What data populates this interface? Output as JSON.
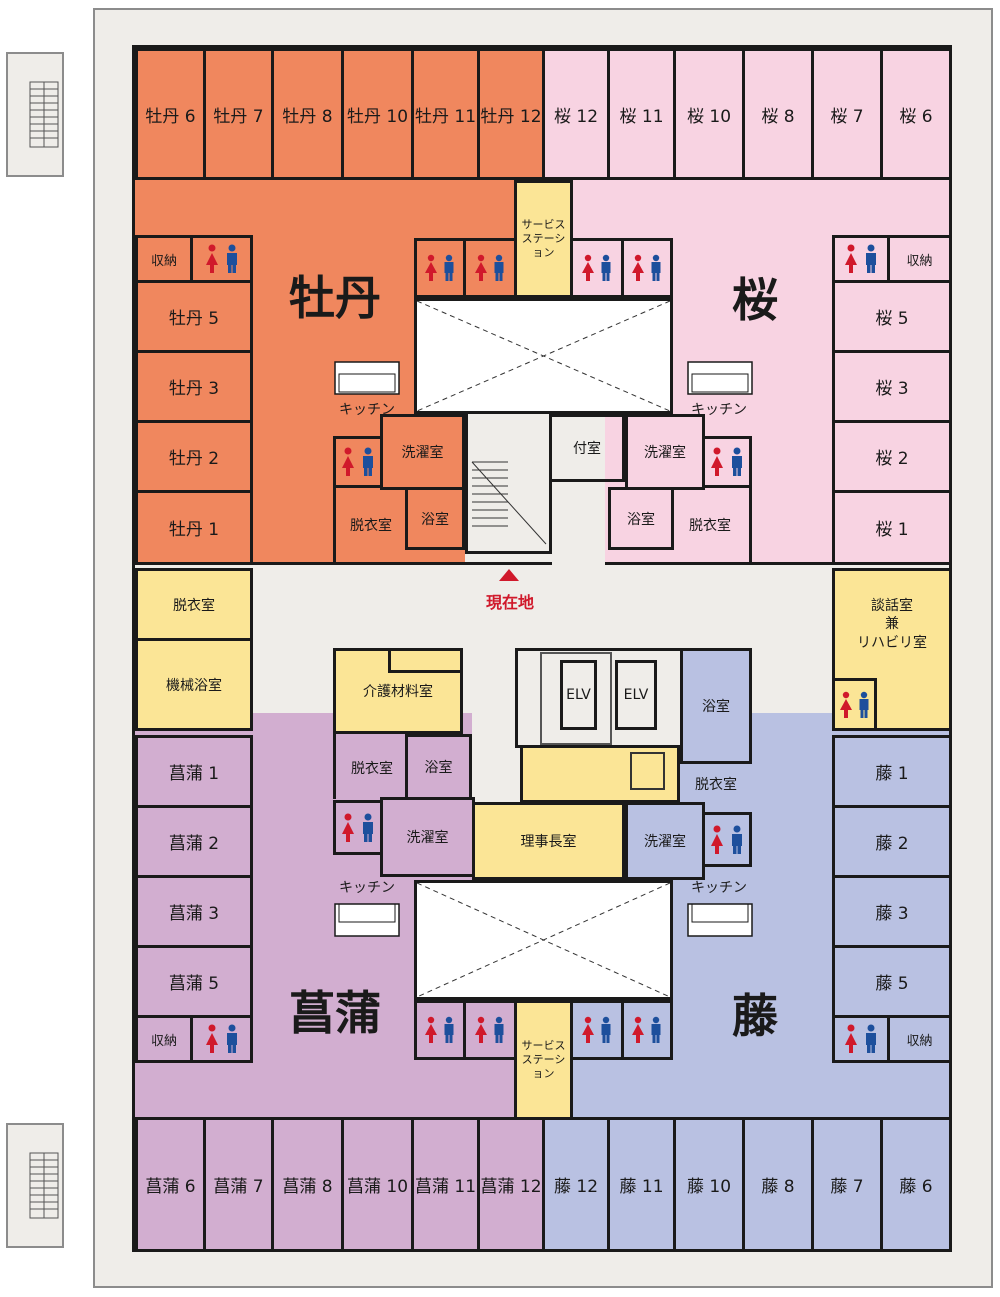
{
  "wings": {
    "botan": {
      "name": "牡丹",
      "rooms_top": [
        "牡丹 6",
        "牡丹 7",
        "牡丹 8",
        "牡丹 10",
        "牡丹 11",
        "牡丹 12"
      ],
      "rooms_side": [
        "牡丹 5",
        "牡丹 3",
        "牡丹 2",
        "牡丹 1"
      ],
      "storage": "収納",
      "kitchen": "キッチン",
      "laundry": "洗濯室",
      "bath": "浴室",
      "changing": "脱衣室",
      "service_station": "サービス\nステーション",
      "color": "#f0875e"
    },
    "sakura": {
      "name": "桜",
      "rooms_top": [
        "桜 12",
        "桜 11",
        "桜 10",
        "桜 8",
        "桜 7",
        "桜 6"
      ],
      "rooms_side": [
        "桜 5",
        "桜 3",
        "桜 2",
        "桜 1"
      ],
      "storage": "収納",
      "kitchen": "キッチン",
      "laundry": "洗濯室",
      "bath": "浴室",
      "changing": "脱衣室",
      "color": "#f8d3e2"
    },
    "shobu": {
      "name": "菖蒲",
      "rooms_side": [
        "菖蒲 1",
        "菖蒲 2",
        "菖蒲 3",
        "菖蒲 5"
      ],
      "rooms_bottom": [
        "菖蒲 6",
        "菖蒲 7",
        "菖蒲 8",
        "菖蒲 10",
        "菖蒲 11",
        "菖蒲 12"
      ],
      "storage": "収納",
      "kitchen": "キッチン",
      "laundry": "洗濯室",
      "bath": "浴室",
      "changing": "脱衣室",
      "care_storage": "介護材料室",
      "service_station": "サービス\nステーション",
      "color": "#d2aed0"
    },
    "fuji": {
      "name": "藤",
      "rooms_side": [
        "藤 1",
        "藤 2",
        "藤 3",
        "藤 5"
      ],
      "rooms_bottom": [
        "藤 12",
        "藤 11",
        "藤 10",
        "藤 8",
        "藤 7",
        "藤 6"
      ],
      "storage": "収納",
      "kitchen": "キッチン",
      "laundry": "洗濯室",
      "bath": "浴室",
      "changing": "脱衣室",
      "color": "#b9c1e2"
    }
  },
  "center": {
    "annex": "付室",
    "current_location": "現在地",
    "changing_room": "脱衣室",
    "machine_bath": "機械浴室",
    "lounge": "談話室\n兼\nリハビリ室",
    "elv1": "ELV",
    "elv2": "ELV",
    "director": "理事長室"
  },
  "colors": {
    "yellow": "#fbe596",
    "corridor": "#efede9",
    "outline": "#1a1a1a",
    "female": "#d0192b",
    "male": "#1d4f9c"
  }
}
